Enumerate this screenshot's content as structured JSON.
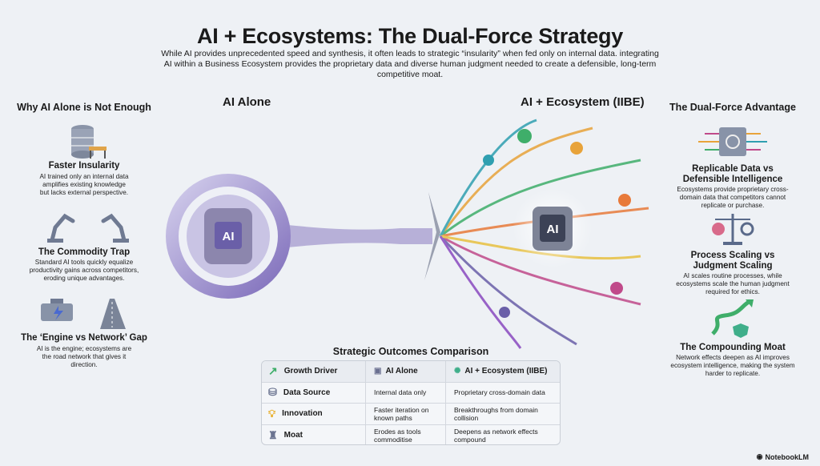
{
  "title": "AI + Ecosystems: The Dual-Force Strategy",
  "subtitle": "While AI provides unprecedented speed and synthesis, it often leads to strategic “insularity” when fed only on internal data. integrating AI within a Business Ecosystem provides the proprietary data and diverse human judgment needed to create a defensible, long-term competitive moat.",
  "left": {
    "heading": "Why AI Alone is Not Enough",
    "items": [
      {
        "title": "Faster Insularity",
        "desc": "AI trained only an internal data amplifies existing knowledge but lacks external perspective.",
        "icon": "database-barrier-icon"
      },
      {
        "title": "The Commodity Trap",
        "desc": "Standard AI tools quickly equalize productivity gains across competitors, eroding unique advantages.",
        "icon": "robot-arm-icon"
      },
      {
        "title": "The ‘Engine vs Network’ Gap",
        "desc": "AI is the engine; ecosystems are the road network that gives it direction.",
        "icon": "engine-road-icon"
      }
    ]
  },
  "center": {
    "ai_alone_label": "AI Alone",
    "ecosystem_label": "AI + Ecosystem (IIBE)",
    "chip_text": "AI",
    "chip_text_2": "AI"
  },
  "right": {
    "heading": "The Dual-Force Advantage",
    "items": [
      {
        "title": "Replicable Data vs Defensible Intelligence",
        "desc": "Ecosystems provide proprietary cross-domain data that competitors cannot replicate or purchase.",
        "icon": "safe-circuit-icon"
      },
      {
        "title": "Process Scaling vs Judgment Scaling",
        "desc": "AI scales routine processes, while ecosystems scale the human judgment required for ethics.",
        "icon": "balance-scale-icon"
      },
      {
        "title": "The Compounding Moat",
        "desc": "Network effects deepen as AI improves ecosystem intelligence, making the system harder to replicate.",
        "icon": "growth-arrow-icon"
      }
    ]
  },
  "table": {
    "title": "Strategic Outcomes Comparison",
    "headers": [
      "Growth Driver",
      "AI Alone",
      "AI + Ecosystem (IIBE)"
    ],
    "rows": [
      [
        "Data Source",
        "Internal data only",
        "Proprietary cross-domain data"
      ],
      [
        "Innovation",
        "Faster iteration on known paths",
        "Breakthroughs from domain collision"
      ],
      [
        "Moat",
        "Erodes as tools commoditise",
        "Deepens as network effects compound"
      ]
    ]
  },
  "logo": "NotebookLM",
  "colors": {
    "purple": "#6a5fa8",
    "ecosystem": "#3fae6a",
    "accent": "#e8a33a"
  }
}
